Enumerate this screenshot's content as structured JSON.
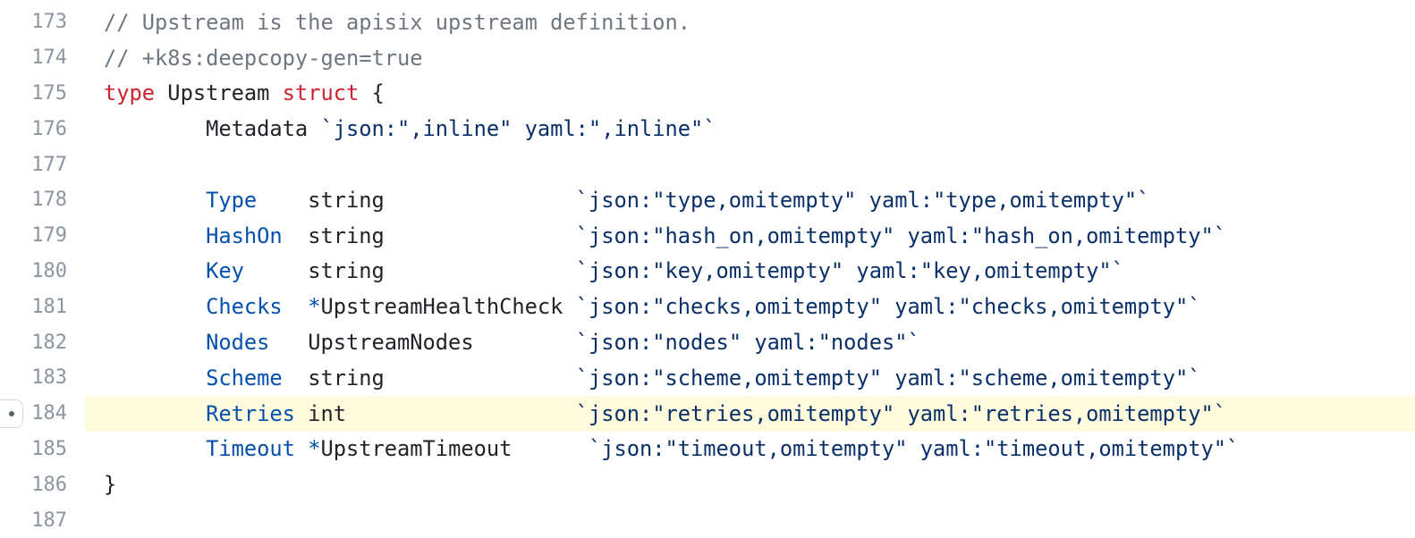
{
  "highlighted_line": 184,
  "colors": {
    "comment": "#6e7781",
    "keyword": "#cf222e",
    "field": "#0550ae",
    "string": "#0a3069",
    "highlight": "#fffbdd"
  },
  "lines": [
    {
      "num": "173",
      "tokens": [
        [
          "comment",
          "// Upstream is the apisix upstream definition."
        ]
      ]
    },
    {
      "num": "174",
      "tokens": [
        [
          "comment",
          "// +k8s:deepcopy-gen=true"
        ]
      ]
    },
    {
      "num": "175",
      "tokens": [
        [
          "kw",
          "type"
        ],
        [
          "plain",
          " Upstream "
        ],
        [
          "kw",
          "struct"
        ],
        [
          "plain",
          " {"
        ]
      ]
    },
    {
      "num": "176",
      "tokens": [
        [
          "plain",
          "\tMetadata "
        ],
        [
          "str",
          "`json:\",inline\" yaml:\",inline\"`"
        ]
      ]
    },
    {
      "num": "177",
      "tokens": []
    },
    {
      "num": "178",
      "tokens": [
        [
          "plain",
          "\t"
        ],
        [
          "field",
          "Type"
        ],
        [
          "plain",
          "    string               "
        ],
        [
          "str",
          "`json:\"type,omitempty\" yaml:\"type,omitempty\"`"
        ]
      ]
    },
    {
      "num": "179",
      "tokens": [
        [
          "plain",
          "\t"
        ],
        [
          "field",
          "HashOn"
        ],
        [
          "plain",
          "  string               "
        ],
        [
          "str",
          "`json:\"hash_on,omitempty\" yaml:\"hash_on,omitempty\"`"
        ]
      ]
    },
    {
      "num": "180",
      "tokens": [
        [
          "plain",
          "\t"
        ],
        [
          "field",
          "Key"
        ],
        [
          "plain",
          "     string               "
        ],
        [
          "str",
          "`json:\"key,omitempty\" yaml:\"key,omitempty\"`"
        ]
      ]
    },
    {
      "num": "181",
      "tokens": [
        [
          "plain",
          "\t"
        ],
        [
          "field",
          "Checks"
        ],
        [
          "plain",
          "  "
        ],
        [
          "op",
          "*"
        ],
        [
          "plain",
          "UpstreamHealthCheck "
        ],
        [
          "str",
          "`json:\"checks,omitempty\" yaml:\"checks,omitempty\"`"
        ]
      ]
    },
    {
      "num": "182",
      "tokens": [
        [
          "plain",
          "\t"
        ],
        [
          "field",
          "Nodes"
        ],
        [
          "plain",
          "   UpstreamNodes        "
        ],
        [
          "str",
          "`json:\"nodes\" yaml:\"nodes\"`"
        ]
      ]
    },
    {
      "num": "183",
      "tokens": [
        [
          "plain",
          "\t"
        ],
        [
          "field",
          "Scheme"
        ],
        [
          "plain",
          "  string               "
        ],
        [
          "str",
          "`json:\"scheme,omitempty\" yaml:\"scheme,omitempty\"`"
        ]
      ]
    },
    {
      "num": "184",
      "tokens": [
        [
          "plain",
          "\t"
        ],
        [
          "field",
          "Retries"
        ],
        [
          "plain",
          " int                  "
        ],
        [
          "str",
          "`json:\"retries,omitempty\" yaml:\"retries,omitempty\"`"
        ]
      ]
    },
    {
      "num": "185",
      "tokens": [
        [
          "plain",
          "\t"
        ],
        [
          "field",
          "Timeout"
        ],
        [
          "plain",
          " "
        ],
        [
          "op",
          "*"
        ],
        [
          "plain",
          "UpstreamTimeout      "
        ],
        [
          "str",
          "`json:\"timeout,omitempty\" yaml:\"timeout,omitempty\"`"
        ]
      ]
    },
    {
      "num": "186",
      "tokens": [
        [
          "plain",
          "}"
        ]
      ]
    },
    {
      "num": "187",
      "tokens": []
    }
  ]
}
